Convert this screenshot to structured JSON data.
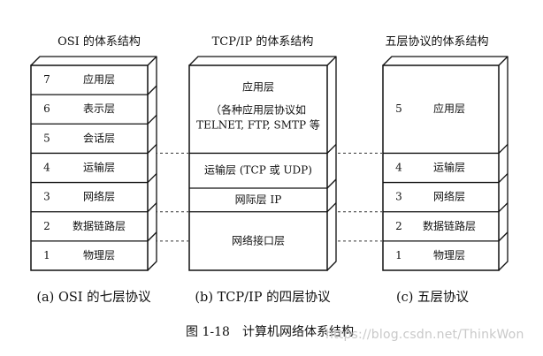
{
  "figure": {
    "caption": "图 1-18　计算机网络体系结构",
    "watermark": "https://blog.csdn.net/ThinkWon"
  },
  "stacks": [
    {
      "id": "osi",
      "header": "OSI 的体系结构",
      "caption": "(a) OSI 的七层协议",
      "layers": [
        {
          "num": "7",
          "label": "应用层"
        },
        {
          "num": "6",
          "label": "表示层"
        },
        {
          "num": "5",
          "label": "会话层"
        },
        {
          "num": "4",
          "label": "运输层"
        },
        {
          "num": "3",
          "label": "网络层"
        },
        {
          "num": "2",
          "label": "数据链路层"
        },
        {
          "num": "1",
          "label": "物理层"
        }
      ]
    },
    {
      "id": "tcpip",
      "header": "TCP/IP 的体系结构",
      "caption": "(b) TCP/IP 的四层协议",
      "layers": [
        {
          "num": "",
          "label": "应用层",
          "detail": [
            "（各种应用层协议如",
            "TELNET, FTP, SMTP 等"
          ]
        },
        {
          "num": "",
          "label": "运输层 (TCP 或 UDP)"
        },
        {
          "num": "",
          "label": "网际层 IP"
        },
        {
          "num": "",
          "label": "网络接口层"
        }
      ]
    },
    {
      "id": "five",
      "header": "五层协议的体系结构",
      "caption": "(c)  五层协议",
      "layers": [
        {
          "num": "5",
          "label": "应用层"
        },
        {
          "num": "4",
          "label": "运输层"
        },
        {
          "num": "3",
          "label": "网络层"
        },
        {
          "num": "2",
          "label": "数据链路层"
        },
        {
          "num": "1",
          "label": "物理层"
        }
      ]
    }
  ]
}
